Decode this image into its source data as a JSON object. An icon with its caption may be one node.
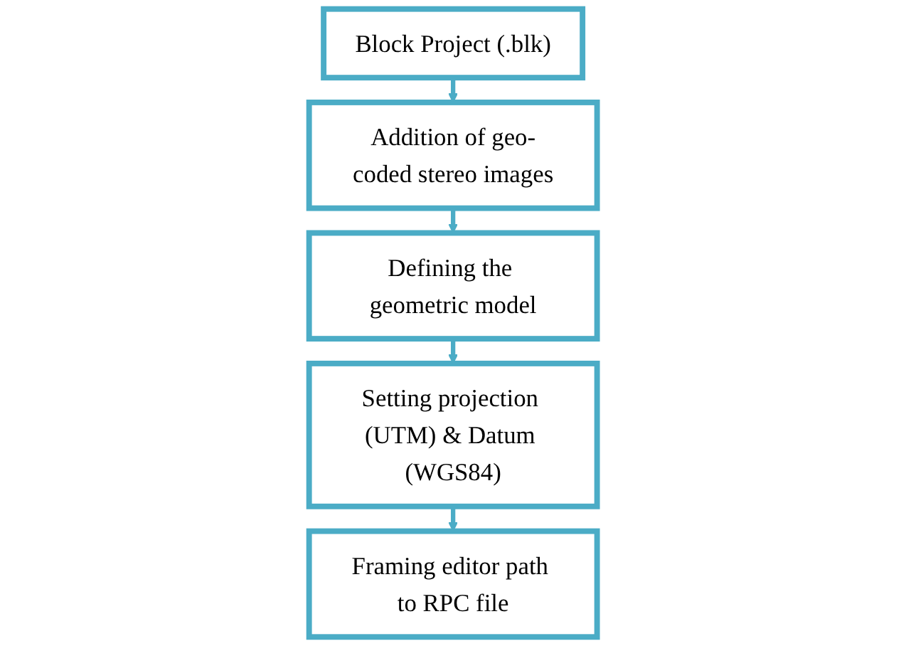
{
  "diagram": {
    "nodes": [
      {
        "text": [
          "Block Project (.blk)"
        ]
      },
      {
        "text": [
          "Addition of geo-coded stereo images"
        ]
      },
      {
        "text": [
          "Defining the geometric model"
        ]
      },
      {
        "text": [
          "Setting projection (UTM) & Datum (WGS84)"
        ]
      },
      {
        "text": [
          "Framing editor path to RPC file"
        ]
      }
    ],
    "edges": [
      {
        "from": 0,
        "to": 1,
        "arrow": "to"
      },
      {
        "from": 1,
        "to": 2,
        "arrow": "to"
      },
      {
        "from": 2,
        "to": 3,
        "arrow": "to"
      },
      {
        "from": 3,
        "to": 4,
        "arrow": "to"
      }
    ]
  }
}
